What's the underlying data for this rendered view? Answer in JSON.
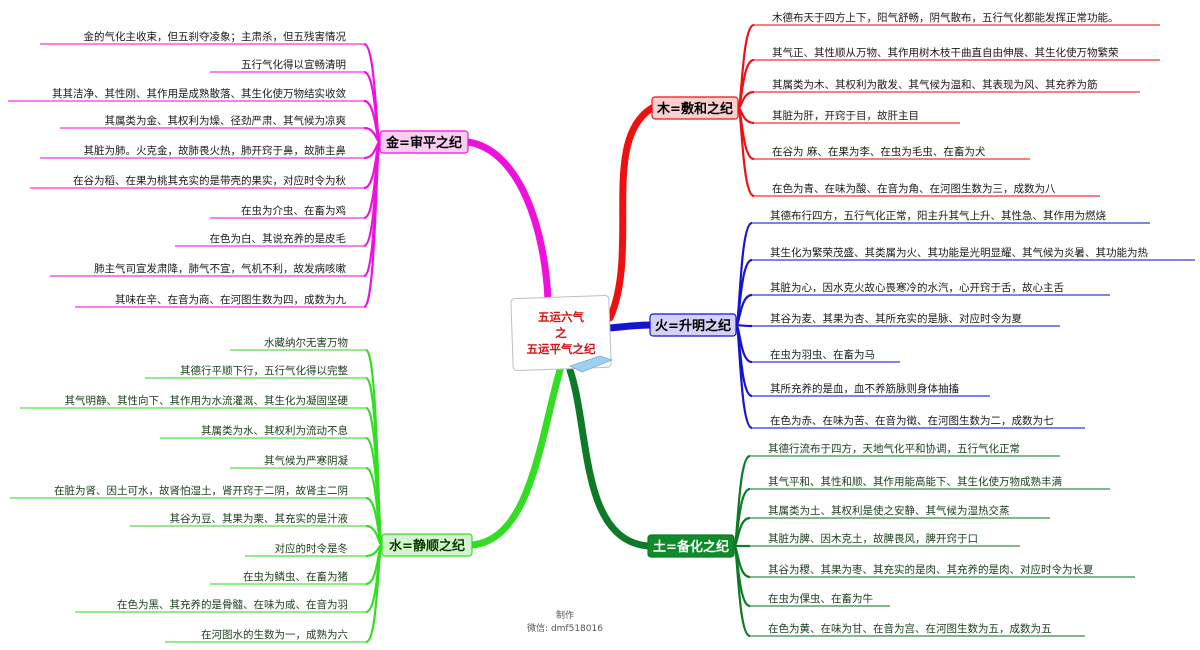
{
  "center": {
    "lines": [
      "五运六气",
      "之",
      "五运平气之纪"
    ]
  },
  "credit": {
    "line1": "制作",
    "line2": "微信:  dmf518016"
  },
  "branches": [
    {
      "key": "wood",
      "label": "木=敷和之纪",
      "color": "#ee1111",
      "box_fill": "#f8d0d0",
      "items": [
        "木德布天于四方上下，阳气舒畅，阴气散布，五行气化都能发挥正常功能。",
        "其气正、其性顺从万物、其作用树木枝干曲直自由伸展、其生化使万物繁荣",
        "其属类为木、其权利为散发、其气候为温和、其表现为风、其充养为筋",
        "其脏为肝，开窍于目，故肝主目",
        "在谷为 麻、在果为李、在虫为毛虫、在畜为犬",
        "在色为青、在味为酸、在音为角、在河图生数为三，成数为八"
      ]
    },
    {
      "key": "fire",
      "label": "火=升明之纪",
      "color": "#1515cc",
      "box_fill": "#d2d2f6",
      "items": [
        "其德布行四方，五行气化正常，阳主升其气上升、其性急、其作用为燃烧",
        "其生化为繁荣茂盛、其类属为火、其功能是光明显耀、其气候为炎暑、其功能为热",
        "其脏为心，因水克火故心畏寒冷的水汽，心开窍于舌，故心主舌",
        "其谷为麦、其果为杏、其所充实的是脉、对应时令为夏",
        "在虫为羽虫、在畜为马",
        "其所充养的是血，血不养筋脉则身体抽搐",
        "在色为赤、在味为苦、在音为徵、在河图生数为二，成数为七"
      ]
    },
    {
      "key": "earth",
      "label": "土=备化之纪",
      "color": "#0d7a26",
      "box_fill": "#108a2b",
      "items": [
        "其德行流布于四方，天地气化平和协调，五行气化正常",
        "其气平和、其性和顺、其作用能高能下、其生化使万物成熟丰满",
        "其属类为土、其权利是使之安静、其气候为湿热交蒸",
        "其脏为脾、因木克土，故脾畏风，脾开窍于口",
        "其谷为稷、其果为枣、其充实的是肉、其充养的是肉、对应时令为长夏",
        "在虫为倮虫、在畜为牛",
        "在色为黄、在味为甘、在音为宫、在河图生数为五，成数为五"
      ]
    },
    {
      "key": "metal",
      "label": "金=审平之纪",
      "color": "#ee11dd",
      "box_fill": "#f8cdf2",
      "items": [
        "金的气化主收束，但五刹夺凌象；主肃杀，但五残害情况",
        "五行气化得以宣畅清明",
        "其其洁净、其性刚、其作用是成熟散落、其生化使万物结实收敛",
        "其属类为金、其权利为燥、径劲严肃、其气候为凉爽",
        "其脏为肺。火克金，故肺畏火热，肺开窍于鼻，故肺主鼻",
        "在谷为稻、在果为桃其充实的是带壳的果实，对应时令为秋",
        "在虫为介虫、在畜为鸡",
        "在色为白、其说充养的是皮毛",
        "肺主气司宣发肃降，肺气不宣，气机不利，故发病咳嗽",
        "其味在辛、在音为商、在河图生数为四，成数为九"
      ]
    },
    {
      "key": "water",
      "label": "水=静顺之纪",
      "color": "#33dd22",
      "box_fill": "#d3f5cd",
      "items": [
        "水藏纳尔无害万物",
        "其德行平顺下行，五行气化得以完整",
        "其气明静、其性向下、其作用为水流灌溉、其生化为凝固坚硬",
        "其属类为水、其权利为流动不息",
        "其气候为严寒阴凝",
        "在脏为肾、因土可水，故肾怕湿土，肾开窍于二阴，故肾主二阴",
        "其谷为豆、其果为栗、其充实的是汁液",
        "对应的时令是冬",
        "在虫为鳞虫、在畜为猪",
        "在色为黑、其充养的是骨髓、在味为咸、在音为羽",
        "在河图水的生数为一，成熟为六"
      ]
    }
  ]
}
